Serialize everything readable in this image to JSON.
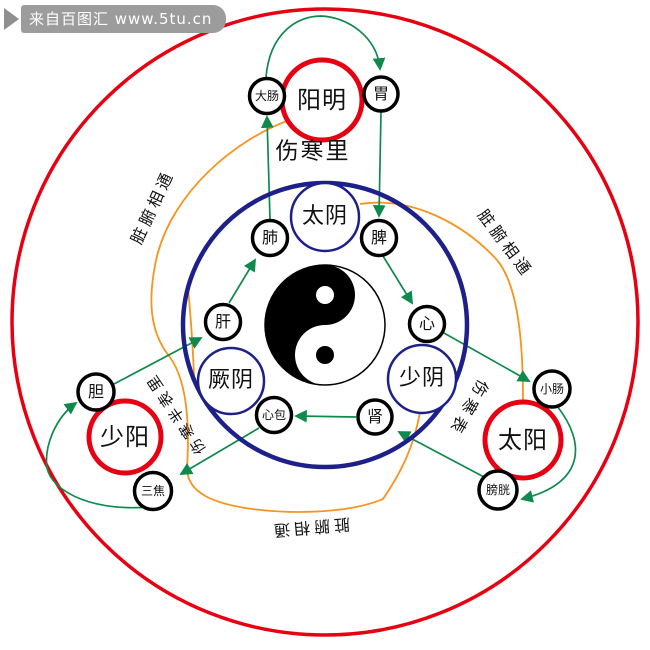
{
  "watermark": {
    "text": "来自百图汇 www.5tu.cn",
    "icon": "play-triangle-icon"
  },
  "colors": {
    "red": "#e60012",
    "blue": "#1d2088",
    "green": "#0f8a4c",
    "orange": "#f7941d",
    "black": "#111111",
    "watermark_bg": "#9c9c9c"
  },
  "meridians": {
    "yangming": {
      "label": "阳明",
      "ring": "red"
    },
    "taiyin": {
      "label": "太阴",
      "ring": "blue"
    },
    "jueyin": {
      "label": "厥阴",
      "ring": "blue"
    },
    "shaoyin": {
      "label": "少阴",
      "ring": "blue"
    },
    "shaoyang": {
      "label": "少阳",
      "ring": "red"
    },
    "taiyang": {
      "label": "太阳",
      "ring": "red"
    }
  },
  "organs": {
    "dachang": "大肠",
    "wei": "胃",
    "fei": "肺",
    "pi": "脾",
    "gan": "肝",
    "xin": "心",
    "xinbao": "心包",
    "shen": "肾",
    "dan": "胆",
    "sanjiao": "三焦",
    "xiaochang": "小肠",
    "pangguang": "膀胱"
  },
  "region_labels": {
    "interior": "伤寒里",
    "half_exterior_interior": "伤寒半表里",
    "exterior": "伤寒表"
  },
  "connection_labels": {
    "upper_left": "脏腑相通",
    "upper_right": "脏腑相通",
    "bottom": "脏腑相通"
  },
  "flow_sequence": [
    {
      "from": "肺",
      "to": "大肠"
    },
    {
      "from": "大肠",
      "to": "胃"
    },
    {
      "from": "胃",
      "to": "脾"
    },
    {
      "from": "脾",
      "to": "心"
    },
    {
      "from": "心",
      "to": "小肠"
    },
    {
      "from": "小肠",
      "to": "膀胱"
    },
    {
      "from": "膀胱",
      "to": "肾"
    },
    {
      "from": "肾",
      "to": "心包"
    },
    {
      "from": "心包",
      "to": "三焦"
    },
    {
      "from": "三焦",
      "to": "胆"
    },
    {
      "from": "胆",
      "to": "肝"
    },
    {
      "from": "肝",
      "to": "肺"
    }
  ],
  "center_symbol": "taiji-yin-yang"
}
